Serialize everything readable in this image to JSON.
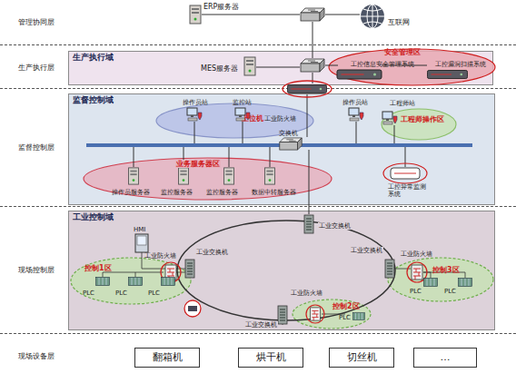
{
  "diagram": {
    "nodes": [
      {
        "text": [
          "管理协同层"
        ]
      },
      {
        "text": [
          "ERP服务器"
        ],
        "in": 0
      },
      {
        "text": [
          "互联网"
        ],
        "in": 0
      },
      {
        "text": [
          "生产执行层"
        ]
      },
      {
        "text": [
          "生产执行域"
        ],
        "in": 3
      },
      {
        "text": [
          "MES服务器"
        ],
        "in": 4
      },
      {
        "text": [
          "安全管理区"
        ],
        "in": 4
      },
      {
        "text": [
          "工控信息安全管理系统"
        ],
        "in": 6
      },
      {
        "text": [
          "工控漏洞扫描系统"
        ],
        "in": 6
      },
      {
        "text": [
          "监督控制层"
        ]
      },
      {
        "text": [
          "监督控制域"
        ],
        "in": 9
      },
      {
        "text": [
          "上位机"
        ],
        "in": 10
      },
      {
        "text": [
          "操作员站"
        ],
        "in": 11
      },
      {
        "text": [
          "监控站"
        ],
        "in": 11
      },
      {
        "text": [
          "工业防火墙"
        ],
        "in": 10
      },
      {
        "text": [
          "交换机"
        ],
        "in": 10
      },
      {
        "text": [
          "工程师操作区"
        ],
        "in": 10
      },
      {
        "text": [
          "操作员站"
        ],
        "in": 10
      },
      {
        "text": [
          "工程师站"
        ],
        "in": 10
      },
      {
        "text": [
          "业务服务器区"
        ],
        "in": 10
      },
      {
        "text": [
          "操作员服务器"
        ],
        "in": 19
      },
      {
        "text": [
          "监控服务器"
        ],
        "in": 19
      },
      {
        "text": [
          "监控服务器"
        ],
        "in": 19
      },
      {
        "text": [
          "数据中转服务器"
        ],
        "in": 19
      },
      {
        "text": [
          "工控异常监测系统"
        ],
        "in": 10
      },
      {
        "text": [
          "现场控制层"
        ]
      },
      {
        "text": [
          "工业控制域"
        ],
        "in": 25
      },
      {
        "text": [
          "HMI"
        ],
        "in": 26
      },
      {
        "text": [
          "控制1区"
        ],
        "in": 26
      },
      {
        "text": [
          "工业防火墙"
        ],
        "in": 28
      },
      {
        "text": [
          "工业交换机"
        ],
        "in": 26
      },
      {
        "text": [
          "PLC"
        ],
        "in": 28
      },
      {
        "text": [
          "PLC"
        ],
        "in": 28
      },
      {
        "text": [
          "PLC"
        ],
        "in": 28
      },
      {
        "text": [
          "工业交换机"
        ],
        "in": 26
      },
      {
        "text": [
          "控制3区"
        ],
        "in": 26
      },
      {
        "text": [
          "工业防火墙"
        ],
        "in": 35
      },
      {
        "text": [
          "工业交换机"
        ],
        "in": 26
      },
      {
        "text": [
          "PLC"
        ],
        "in": 35
      },
      {
        "text": [
          "PLC"
        ],
        "in": 35
      },
      {
        "text": [
          "控制2区"
        ],
        "in": 26
      },
      {
        "text": [
          "工业防火墙"
        ],
        "in": 40
      },
      {
        "text": [
          "工业交换机"
        ],
        "in": 26
      },
      {
        "text": [
          "PLC"
        ],
        "in": 40
      },
      {
        "text": [
          "现场设备层"
        ]
      },
      {
        "text": [
          "翻箱机"
        ],
        "in": 44
      },
      {
        "text": [
          "烘干机"
        ],
        "in": 44
      },
      {
        "text": [
          "切丝机"
        ],
        "in": 44
      },
      {
        "text": [
          "…"
        ],
        "in": 44
      }
    ]
  }
}
